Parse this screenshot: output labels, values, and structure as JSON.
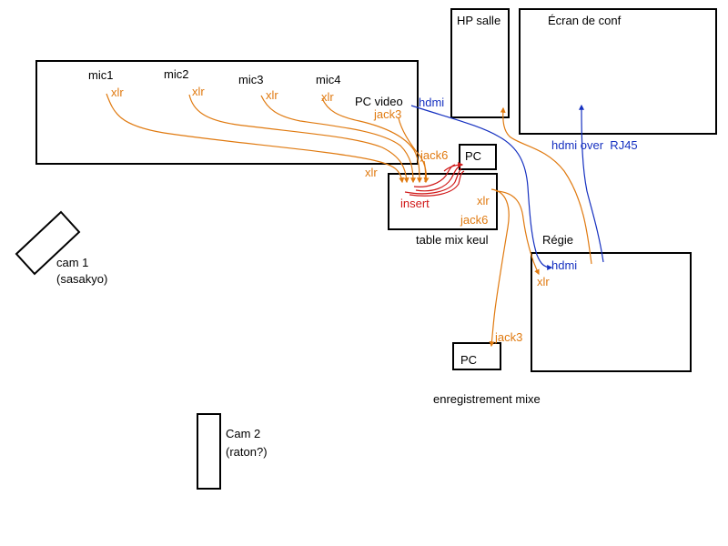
{
  "colors": {
    "audio_cable": "#e07a10",
    "video_cable": "#1530c0",
    "insert_cable": "#d01818",
    "outline": "#000000"
  },
  "stage": {
    "mics": [
      "mic1",
      "mic2",
      "mic3",
      "mic4"
    ],
    "mic_connector": "xlr",
    "pc_video": "PC video",
    "pc_video_jack": "jack3",
    "pc_video_hdmi": "hdmi",
    "extra_jack": "jack6",
    "extra_xlr": "xlr"
  },
  "hp_salle": "HP salle",
  "ecran": "Écran de conf",
  "hdmi_over_rj45": "hdmi over  RJ45",
  "mixer": {
    "label": "table mix keul",
    "insert": "insert",
    "out_xlr": "xlr",
    "out_jack": "jack6",
    "pc": "PC"
  },
  "regie": {
    "label": "Régie",
    "hdmi": "hdmi",
    "xlr": "xlr"
  },
  "recording": {
    "pc": "PC",
    "jack": "jack3",
    "label": "enregistrement mixe"
  },
  "cam1": {
    "name": "cam 1",
    "model": "(sasakyo)"
  },
  "cam2": {
    "name": "Cam 2",
    "model": "(raton?)"
  }
}
